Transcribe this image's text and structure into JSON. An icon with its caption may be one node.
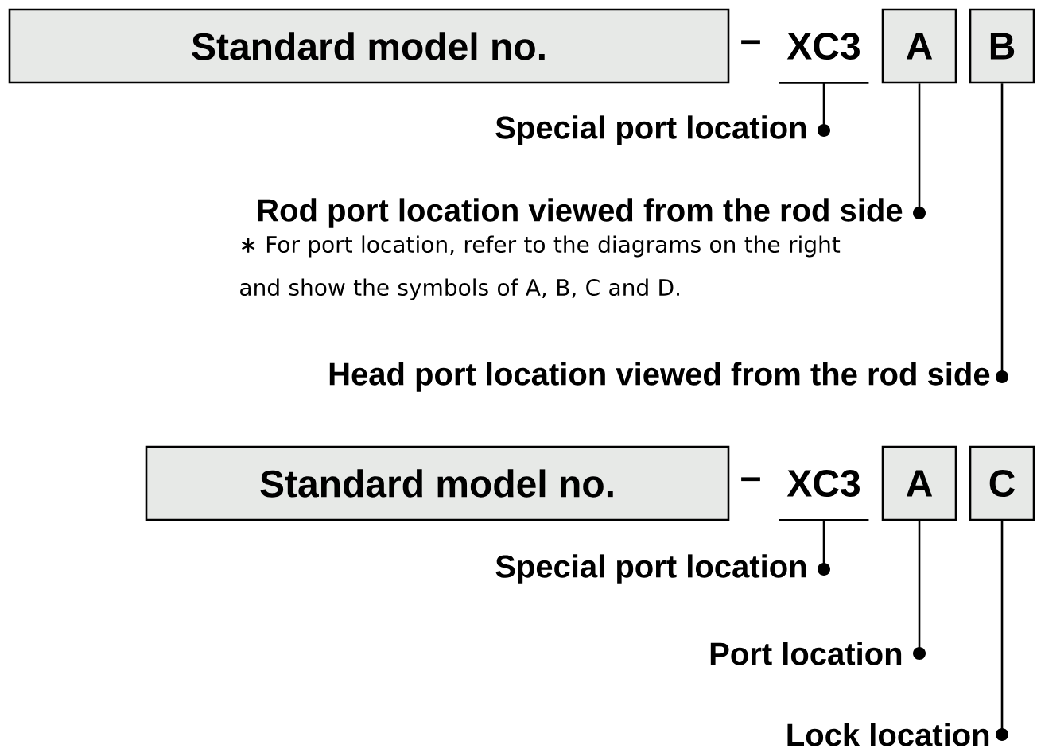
{
  "diagram": {
    "nodes": [
      {
        "text": [
          "Standard model no."
        ]
      },
      {
        "text": [
          "XC3"
        ]
      },
      {
        "text": [
          "A"
        ]
      },
      {
        "text": [
          "B"
        ]
      },
      {
        "text": [
          "Special port location"
        ]
      },
      {
        "text": [
          "Rod port location viewed from the rod side"
        ]
      },
      {
        "text": [
          "Head port location viewed from the rod side"
        ]
      },
      {
        "text": [
          "Standard model no."
        ]
      },
      {
        "text": [
          "XC3"
        ]
      },
      {
        "text": [
          "A"
        ]
      },
      {
        "text": [
          "C"
        ]
      },
      {
        "text": [
          "Special port location"
        ]
      },
      {
        "text": [
          "Port location"
        ]
      },
      {
        "text": [
          "Lock location"
        ]
      }
    ],
    "edges": [
      {
        "from": 4,
        "to": 1,
        "arrow": "other"
      },
      {
        "from": 5,
        "to": 2,
        "arrow": "other"
      },
      {
        "from": 6,
        "to": 3,
        "arrow": "other"
      },
      {
        "from": 11,
        "to": 8,
        "arrow": "other"
      },
      {
        "from": 12,
        "to": 9,
        "arrow": "other"
      },
      {
        "from": 13,
        "to": 10,
        "arrow": "other"
      }
    ],
    "labels": [
      "–",
      "∗ For port location, refer to the diagrams on the right and show the symbols of A, B, C and D.",
      "–"
    ]
  }
}
